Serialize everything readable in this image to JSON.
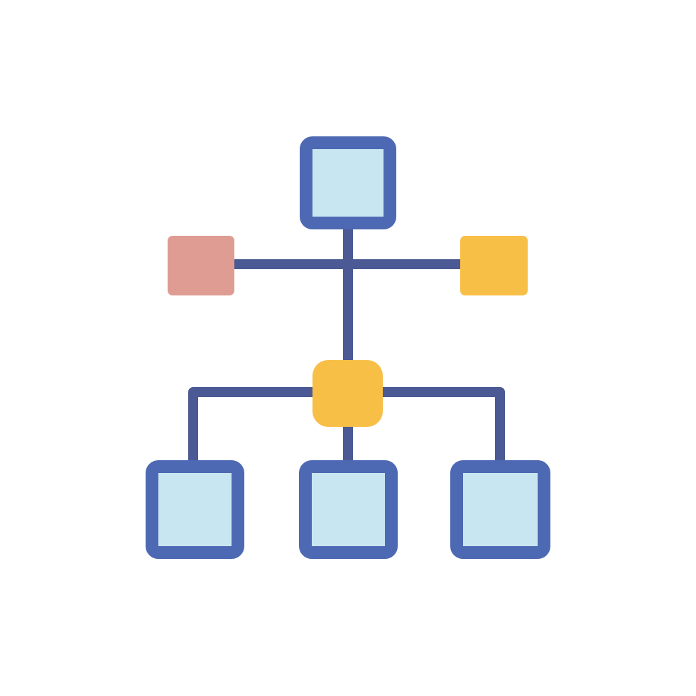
{
  "icon": {
    "name": "hierarchy-network-icon",
    "colors": {
      "background": "#ffffff",
      "connector": "#4b5a94",
      "node_border": "#4e69b3",
      "node_fill": "#c8e6f1",
      "accent_red": "#df9c93",
      "accent_yellow": "#f8bf47"
    },
    "nodes": [
      {
        "id": "top-node",
        "kind": "outlined",
        "color_role": "node_fill"
      },
      {
        "id": "left-side-node",
        "kind": "solid",
        "color_role": "accent_red"
      },
      {
        "id": "right-side-node",
        "kind": "solid",
        "color_role": "accent_yellow"
      },
      {
        "id": "hub-node",
        "kind": "solid",
        "color_role": "accent_yellow"
      },
      {
        "id": "bottom-left-node",
        "kind": "outlined",
        "color_role": "node_fill"
      },
      {
        "id": "bottom-center-node",
        "kind": "outlined",
        "color_role": "node_fill"
      },
      {
        "id": "bottom-right-node",
        "kind": "outlined",
        "color_role": "node_fill"
      }
    ],
    "edges": [
      {
        "from": "top-node",
        "to": "hub-node"
      },
      {
        "from": "left-side-node",
        "to": "right-side-node"
      },
      {
        "from": "hub-node",
        "to": "bottom-left-node"
      },
      {
        "from": "hub-node",
        "to": "bottom-center-node"
      },
      {
        "from": "hub-node",
        "to": "bottom-right-node"
      }
    ]
  }
}
